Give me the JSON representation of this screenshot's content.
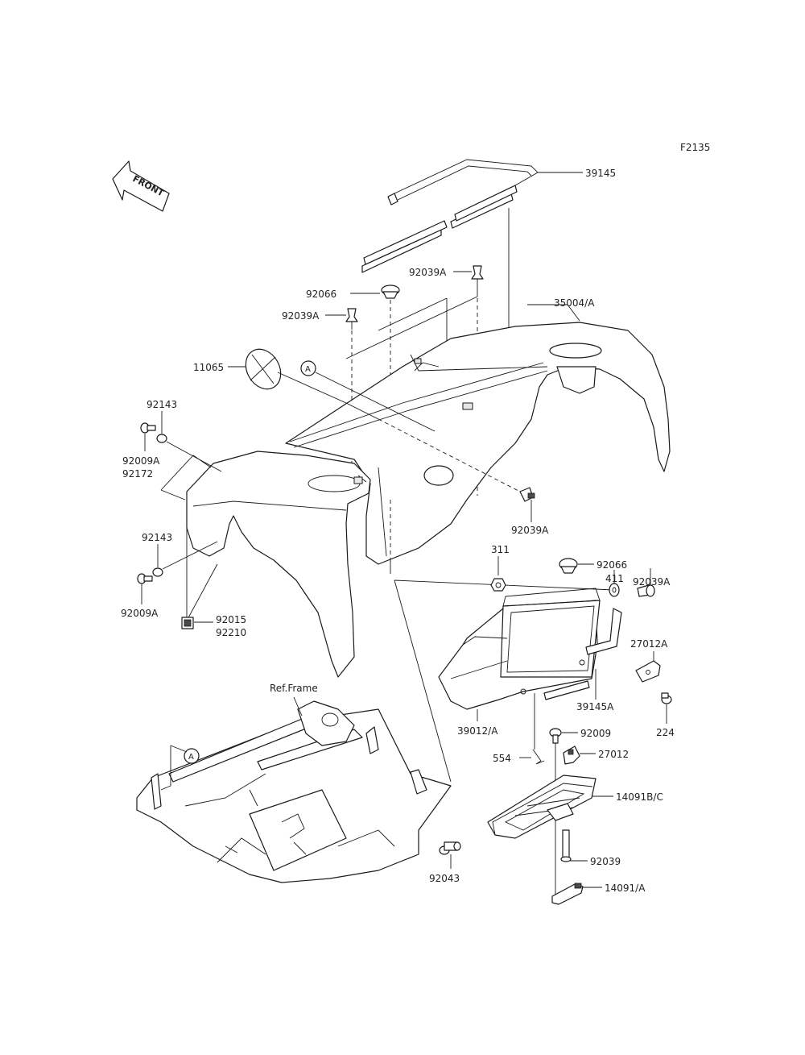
{
  "figure_code": "F2135",
  "front_arrow_label": "FRONT",
  "ref_frame_label": "Ref.Frame",
  "callout_letter": "A",
  "parts": {
    "p39145": "39145",
    "p92039A_top": "92039A",
    "p92066_top": "92066",
    "p92039A_mid": "92039A",
    "p35004A": "35004/A",
    "p11065": "11065",
    "p92143_top": "92143",
    "p92009A_top": "92009A",
    "p92172": "92172",
    "p92039A_right": "92039A",
    "p92143_bot": "92143",
    "p92009A_bot": "92009A",
    "p92015": "92015",
    "p92210": "92210",
    "p311": "311",
    "p92066_box": "92066",
    "p411": "411",
    "p92039A_box": "92039A",
    "p27012A": "27012A",
    "p39145A": "39145A",
    "p224": "224",
    "p39012A": "39012/A",
    "p92009": "92009",
    "p554": "554",
    "p27012": "27012",
    "p14091BC": "14091B/C",
    "p92039": "92039",
    "p92043": "92043",
    "p14091A": "14091/A"
  }
}
